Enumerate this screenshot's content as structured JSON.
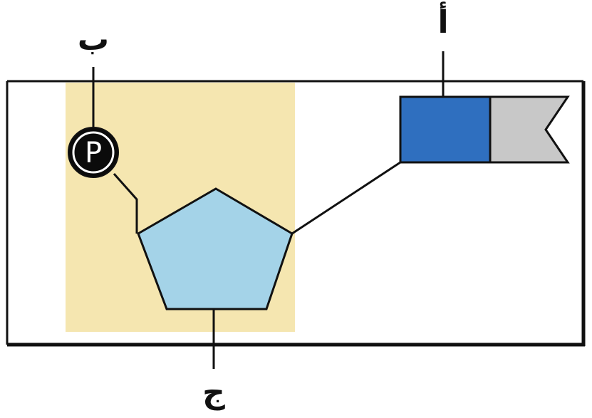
{
  "labels": {
    "a": "أ",
    "b": "ب",
    "c": "ج"
  },
  "phosphate": {
    "symbol": "P"
  },
  "colors": {
    "frame": "#111111",
    "highlight": "#f5e6b0",
    "sugar": "#a4d3e8",
    "phosphate": "#0b0b0b",
    "base_dark": "#2f6fbf",
    "base_light": "#c8c8c8",
    "line": "#111111"
  },
  "icons": {
    "phosphate": "phosphate-circle",
    "sugar": "pentagon-sugar",
    "base": "flag-base"
  }
}
